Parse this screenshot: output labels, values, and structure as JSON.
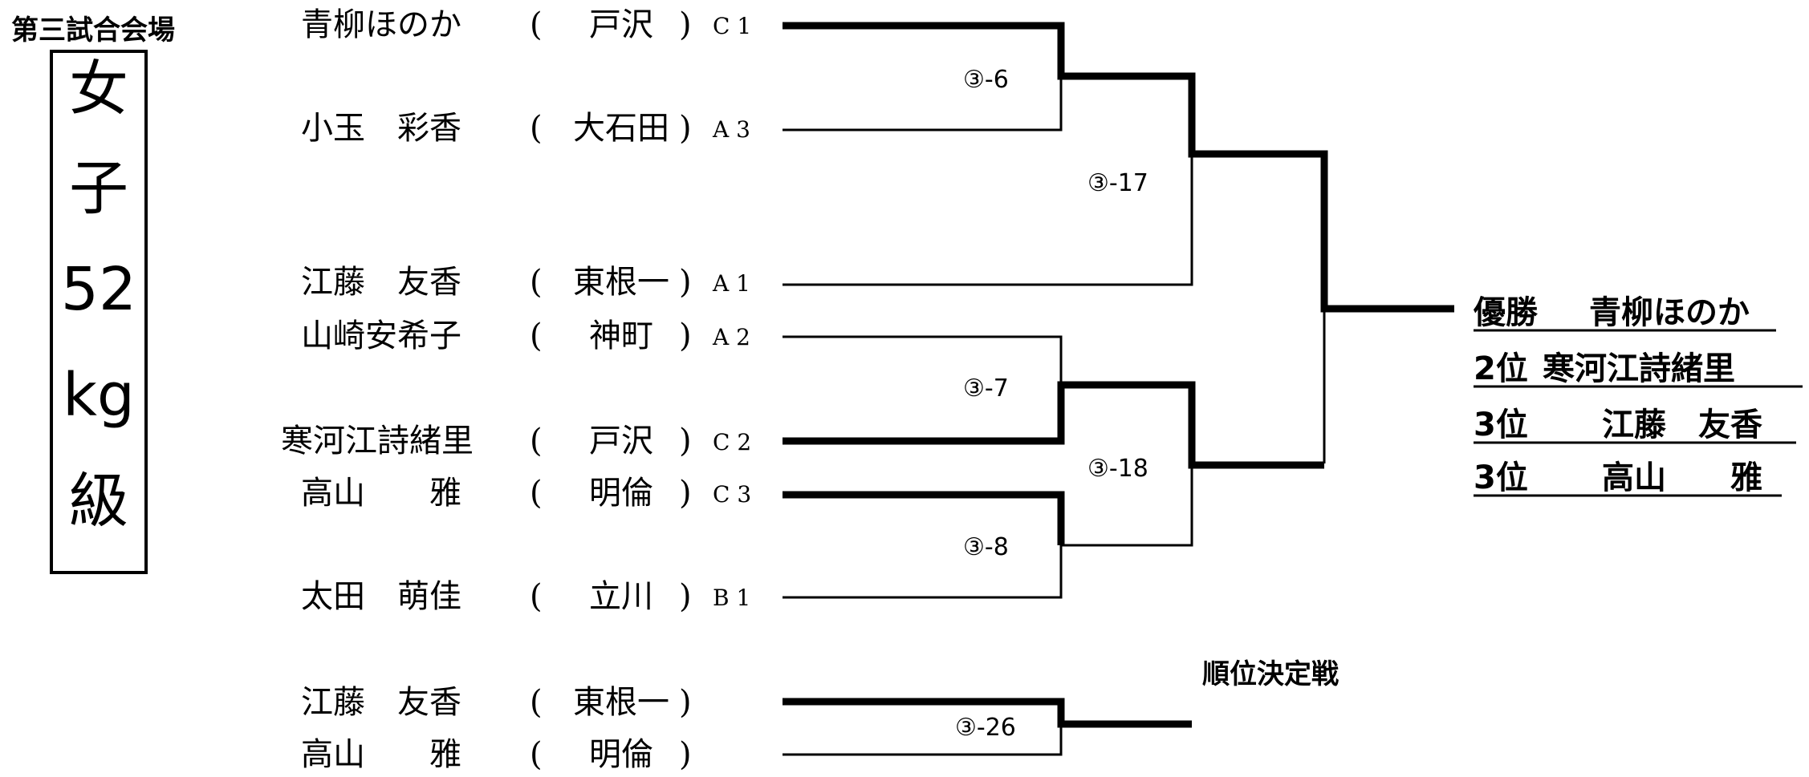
{
  "venue": "第三試合会場",
  "category": [
    "女",
    "子",
    "52",
    "kg",
    "級"
  ],
  "athletes": [
    {
      "name": "青柳ほのか",
      "team": "戸沢",
      "seed": "C 1"
    },
    {
      "name": "小玉　彩香",
      "team": "大石田",
      "seed": "A 3"
    },
    {
      "name": "江藤　友香",
      "team": "東根一",
      "seed": "A 1"
    },
    {
      "name": "山崎安希子",
      "team": "神町",
      "seed": "A 2"
    },
    {
      "name": "寒河江詩緒里",
      "team": "戸沢",
      "seed": "C 2"
    },
    {
      "name": "高山　　雅",
      "team": "明倫",
      "seed": "C 3"
    },
    {
      "name": "太田　萌佳",
      "team": "立川",
      "seed": "B 1"
    }
  ],
  "placement_athletes": [
    {
      "name": "江藤　友香",
      "team": "東根一"
    },
    {
      "name": "高山　　雅",
      "team": "明倫"
    }
  ],
  "matches": [
    {
      "label": "③-6"
    },
    {
      "label": "③-17"
    },
    {
      "label": "③-7"
    },
    {
      "label": "③-18"
    },
    {
      "label": "③-8"
    },
    {
      "label": "③-26"
    }
  ],
  "placement_title": "順位決定戦",
  "results": [
    {
      "rank": "優勝",
      "name": "青柳ほのか"
    },
    {
      "rank": "2位",
      "name": "寒河江詩緒里"
    },
    {
      "rank": "3位",
      "name": "江藤　友香"
    },
    {
      "rank": "3位",
      "name": "高山　　雅"
    }
  ]
}
